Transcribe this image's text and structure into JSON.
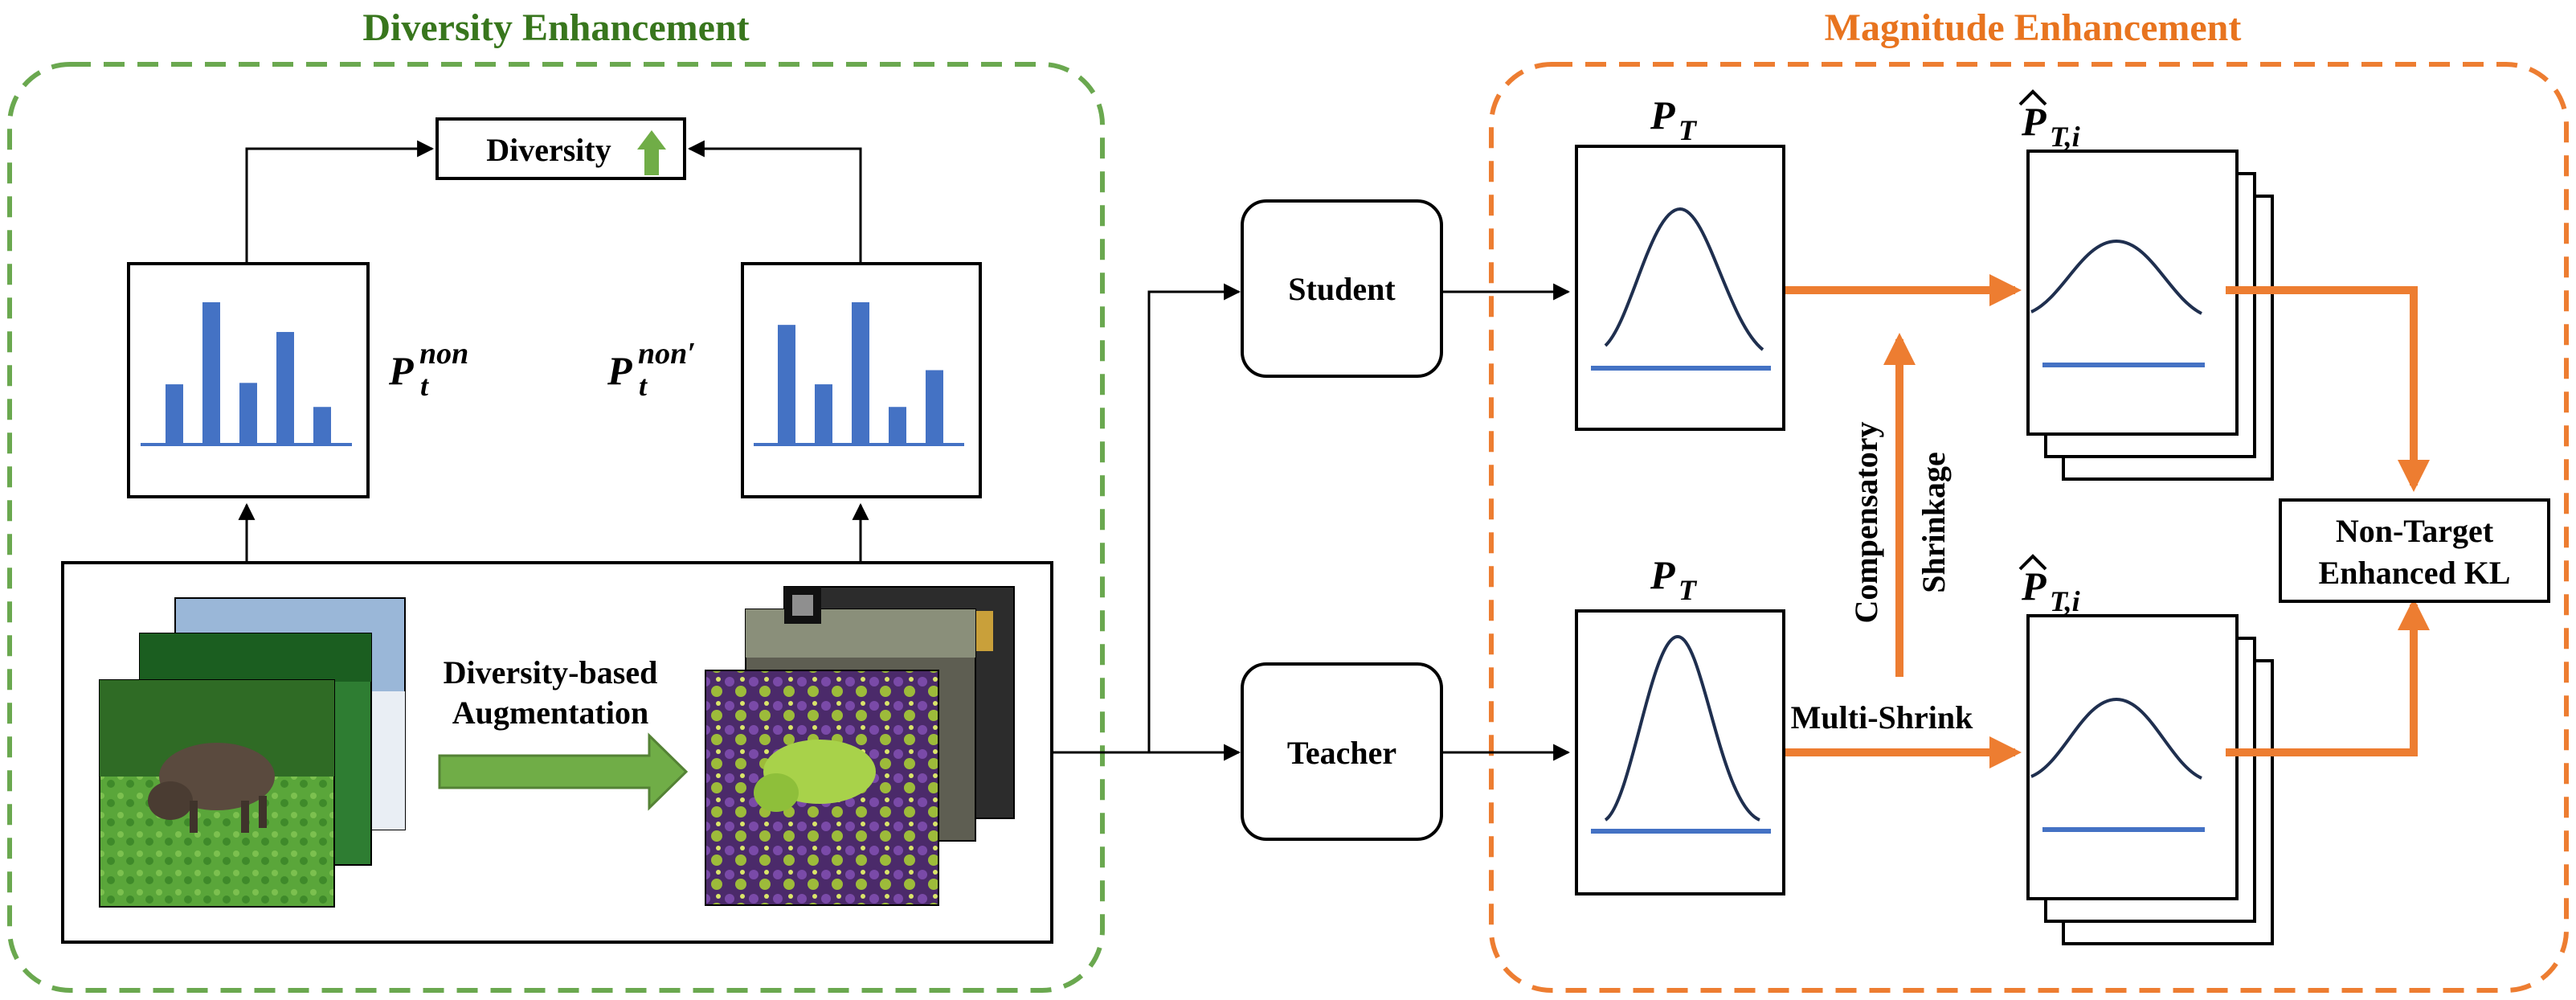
{
  "sections": {
    "diversity": {
      "title": "Diversity Enhancement",
      "color": "#6aa84f",
      "title_color": "#38761d"
    },
    "magnitude": {
      "title": "Magnitude Enhancement",
      "color": "#ed7d31",
      "title_color": "#e8741f"
    }
  },
  "labels": {
    "diversity_box": "Diversity",
    "augmentation_line1": "Diversity-based",
    "augmentation_line2": "Augmentation",
    "student": "Student",
    "teacher": "Teacher",
    "compensatory_line1": "Compensatory",
    "compensatory_line2": "Shrinkage",
    "multi_shrink": "Multi-Shrink",
    "non_target_line1": "Non-Target",
    "non_target_line2": "Enhanced KL"
  },
  "math": {
    "p_non_base": "P",
    "p_non_sub": "t",
    "p_non_sup": "non",
    "p_non_prime_sup": "non′",
    "p_T_base": "P",
    "p_T_sub": "T",
    "p_hat_sub": "T,i"
  },
  "histograms": {
    "left": [
      0.42,
      1.0,
      0.43,
      0.79,
      0.26
    ],
    "right": [
      0.84,
      0.42,
      1.0,
      0.26,
      0.52
    ]
  },
  "colors": {
    "bar": "#4472c4",
    "curve": "#1f2f4f",
    "orange_arrow": "#ed7d31",
    "green_arrow": "#70ad47"
  }
}
